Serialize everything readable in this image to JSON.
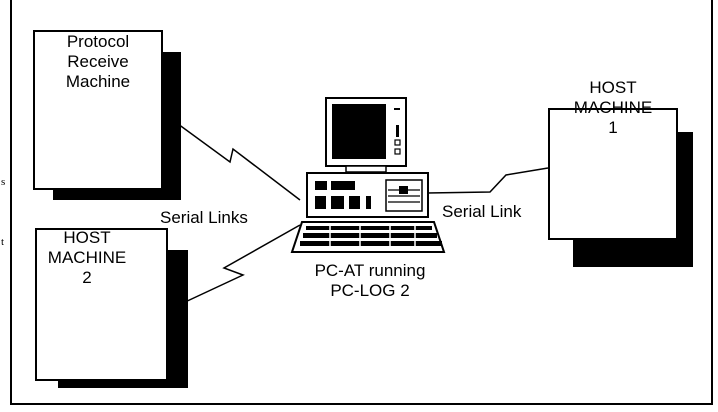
{
  "nodes": {
    "protocol_receive": {
      "lines": [
        "Protocol",
        "Receive",
        "Machine"
      ]
    },
    "host_1": {
      "lines": [
        "HOST",
        "MACHINE",
        "1"
      ]
    },
    "host_2": {
      "lines": [
        "HOST",
        "MACHINE",
        "2"
      ]
    },
    "pc": {
      "lines": [
        "PC-AT running",
        "PC-LOG 2"
      ]
    }
  },
  "links": {
    "serial_links_label": "Serial Links",
    "serial_link_label": "Serial Link"
  },
  "left_edge_fragments": [
    "s",
    "t"
  ]
}
